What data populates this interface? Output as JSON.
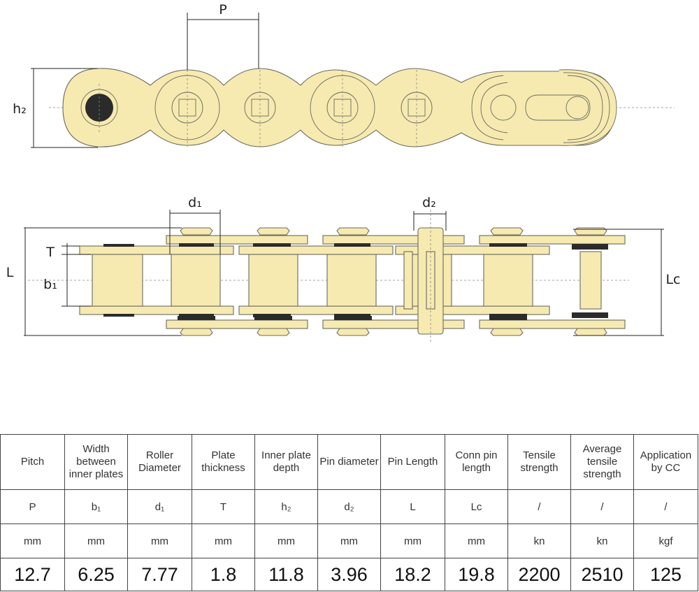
{
  "diagram": {
    "labels": {
      "pitch": "P",
      "inner_plate_depth": "h₂",
      "roller_diameter": "d₁",
      "pin_diameter": "d₂",
      "plate_thickness": "T",
      "pin_length": "L",
      "inner_width": "b₁",
      "conn_pin_length": "Lc"
    }
  },
  "table": {
    "headers": [
      "Pitch",
      "Width between inner plates",
      "Roller Diameter",
      "Plate thickness",
      "Inner plate depth",
      "Pin diameter",
      "Pin Length",
      "Conn pin length",
      "Tensile strength",
      "Average tensile strength",
      "Application by CC"
    ],
    "symbols": [
      "P",
      "b₁",
      "d₁",
      "T",
      "h₂",
      "d₂",
      "L",
      "Lc",
      "/",
      "/",
      "/"
    ],
    "units": [
      "mm",
      "mm",
      "mm",
      "mm",
      "mm",
      "mm",
      "mm",
      "mm",
      "kn",
      "kn",
      "kgf"
    ],
    "values": [
      "12.7",
      "6.25",
      "7.77",
      "1.8",
      "11.8",
      "3.96",
      "18.2",
      "19.8",
      "2200",
      "2510",
      "125"
    ]
  }
}
